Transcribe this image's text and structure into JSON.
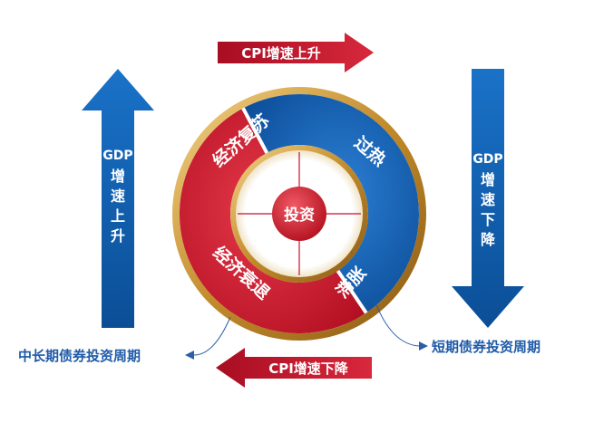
{
  "top_arrow": {
    "label": "CPI增速上升"
  },
  "bottom_arrow": {
    "label": "CPI增速下降"
  },
  "left_arrow": {
    "label": "GDP",
    "chars": [
      "增",
      "速",
      "上",
      "升"
    ]
  },
  "right_arrow": {
    "label": "GDP",
    "chars": [
      "增",
      "速",
      "下",
      "降"
    ]
  },
  "ring": {
    "recovery": "经济复苏",
    "overheat": "过热",
    "stagflation": "滞胀",
    "recession": "经济衰退",
    "center": "投资"
  },
  "callouts": {
    "left": "中长期债券投资周期",
    "right": "短期债券投资周期"
  },
  "colors": {
    "blue": "#0d5fb0",
    "red": "#c8102e",
    "gold": "#c9922e",
    "text_blue": "#1e5aa8"
  }
}
